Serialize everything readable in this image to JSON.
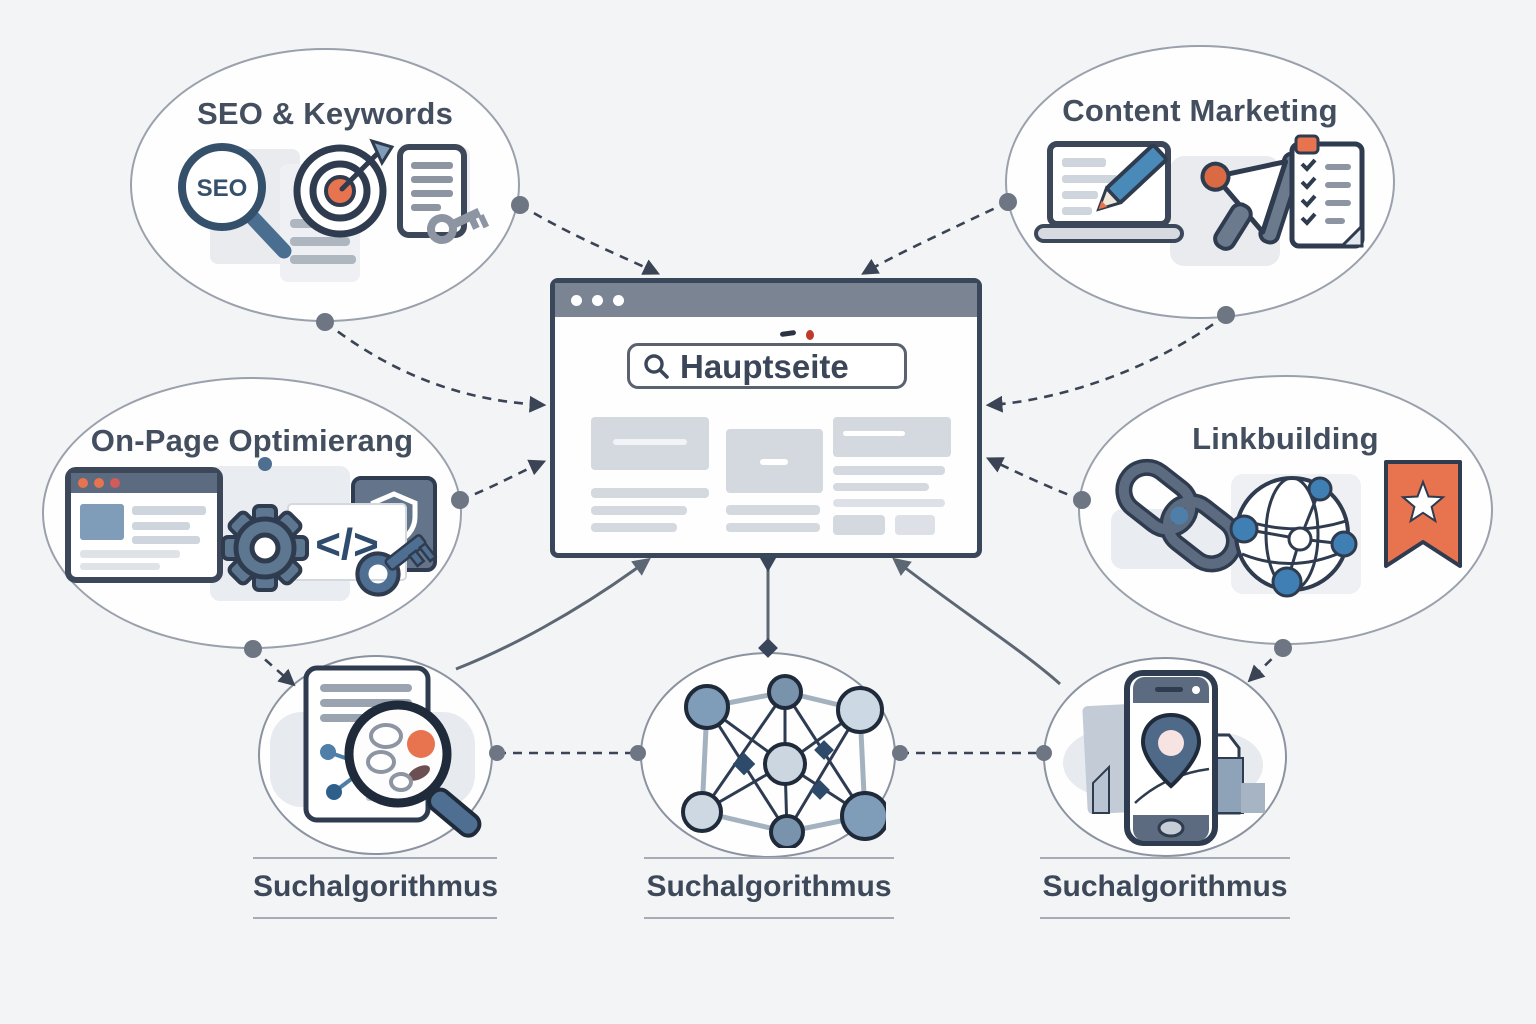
{
  "diagram": {
    "hub": {
      "search_value": "Hauptseite",
      "search_icon": "magnifier-icon",
      "window_control_dots": 3
    },
    "satellites": [
      {
        "title": "SEO & Keywords",
        "magnifier_label": "SEO",
        "icons": [
          "seo-magnifier-icon",
          "target-arrow-icon",
          "keyword-document-key-icon"
        ]
      },
      {
        "title": "Content Marketing",
        "icons": [
          "laptop-pencil-icon",
          "megaphone-icon",
          "checklist-icon"
        ]
      },
      {
        "title": "On-Page Optimierang",
        "code_label": "</>",
        "icons": [
          "mini-browser-icon",
          "gear-icon",
          "code-tag-icon",
          "shield-key-icon"
        ]
      },
      {
        "title": "Linkbuilding",
        "icons": [
          "chain-link-icon",
          "globe-network-icon",
          "bookmark-star-icon"
        ]
      }
    ],
    "bottom_nodes": [
      {
        "label": "Suchalgorithmus",
        "icon": "document-analysis-magnifier-icon"
      },
      {
        "label": "Suchalgorithmus",
        "icon": "network-graph-icon"
      },
      {
        "label": "Suchalgorithmus",
        "icon": "phone-location-icon"
      }
    ],
    "colors": {
      "background": "#f3f4f6",
      "ink": "#3b4759",
      "ellipse_border": "#9aa1ac",
      "connector_dark": "#3a4454",
      "connector_gray": "#6e7683",
      "browser_frame": "#3a4659",
      "browser_titlebar": "#7b8492",
      "wireframe_gray": "#d4d8df",
      "accent_orange": "#e8734f",
      "accent_steel_blue": "#4f7fa8",
      "node_light_blue": "#ccd8e3"
    }
  }
}
